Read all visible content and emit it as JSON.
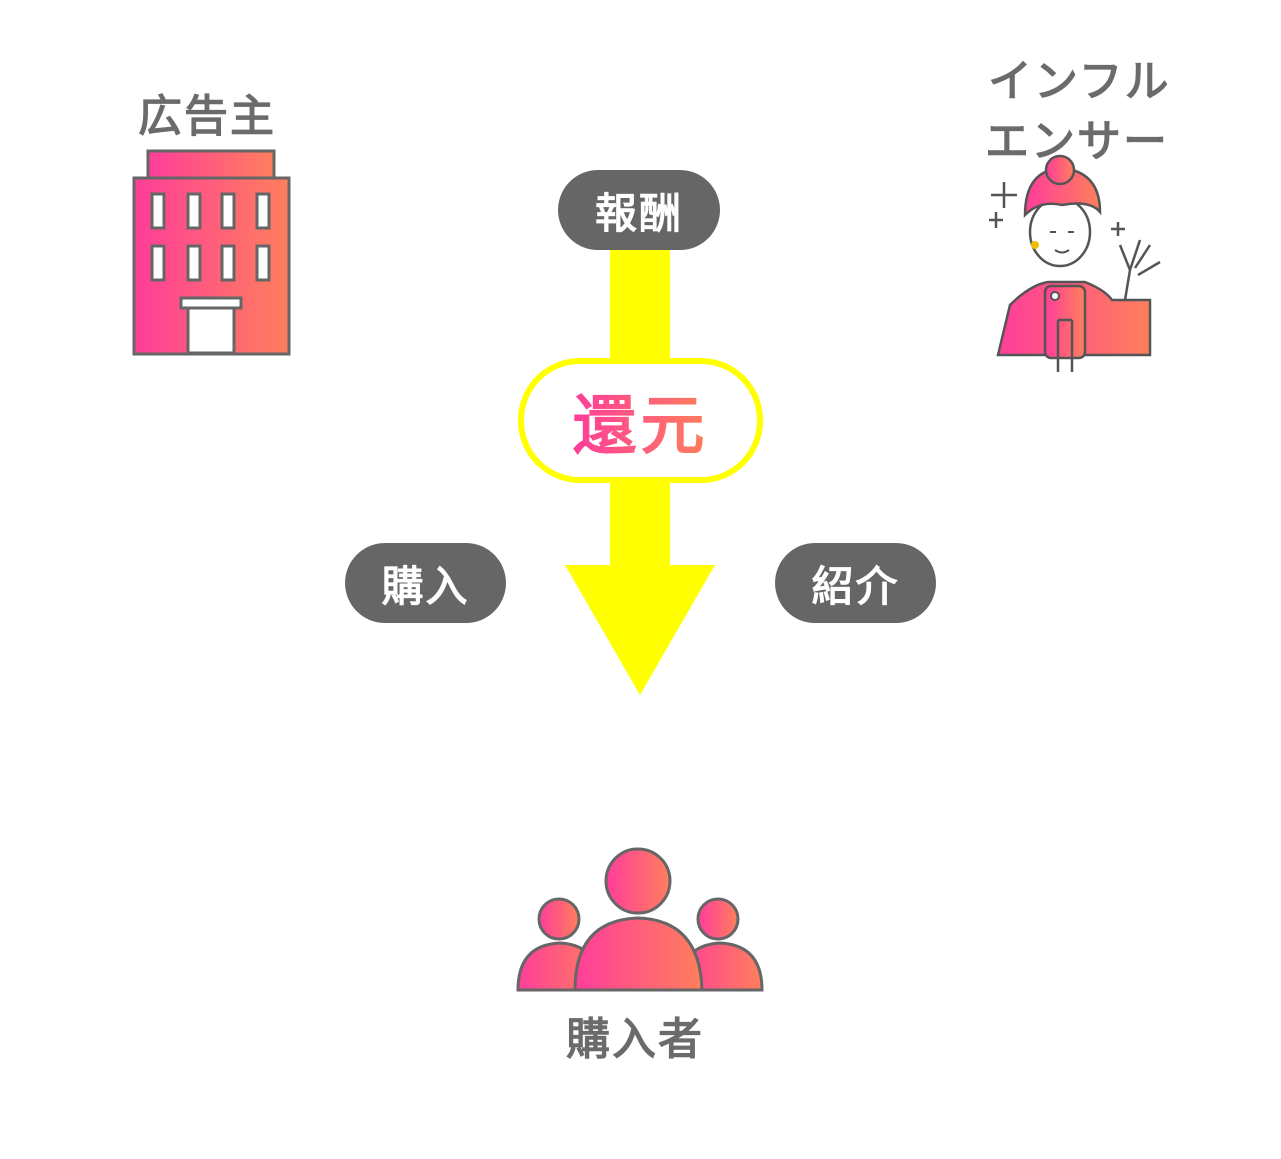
{
  "advertiser": {
    "label": "広告主"
  },
  "influencer": {
    "label_line1": "インフル",
    "label_line2": "エンサー"
  },
  "purchaser": {
    "label": "購入者"
  },
  "flows": {
    "reward": "報酬",
    "give_back": "還元",
    "purchase": "購入",
    "introduce": "紹介"
  },
  "colors": {
    "gradient_start": "#ff3d9a",
    "gradient_end": "#ff7f5c",
    "arrow": "#ffff00",
    "pill": "#666666",
    "label": "#6b6b6b"
  }
}
